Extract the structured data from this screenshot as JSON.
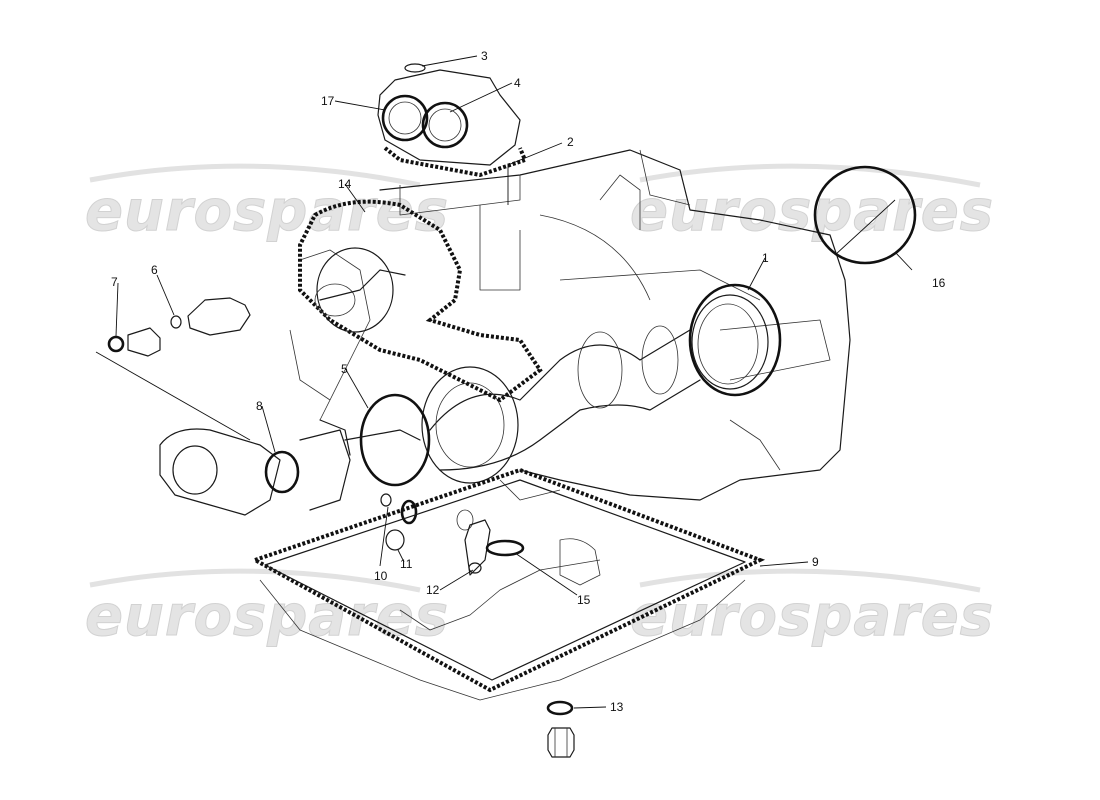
{
  "watermark": {
    "text": "eurospares"
  },
  "callouts": {
    "c1": "1",
    "c2": "2",
    "c3": "3",
    "c4": "4",
    "c5": "5",
    "c6": "6",
    "c7": "7",
    "c8": "8",
    "c9": "9",
    "c10": "10",
    "c11": "11",
    "c12": "12",
    "c13": "13",
    "c14": "14",
    "c15": "15",
    "c16": "16",
    "c17": "17"
  }
}
